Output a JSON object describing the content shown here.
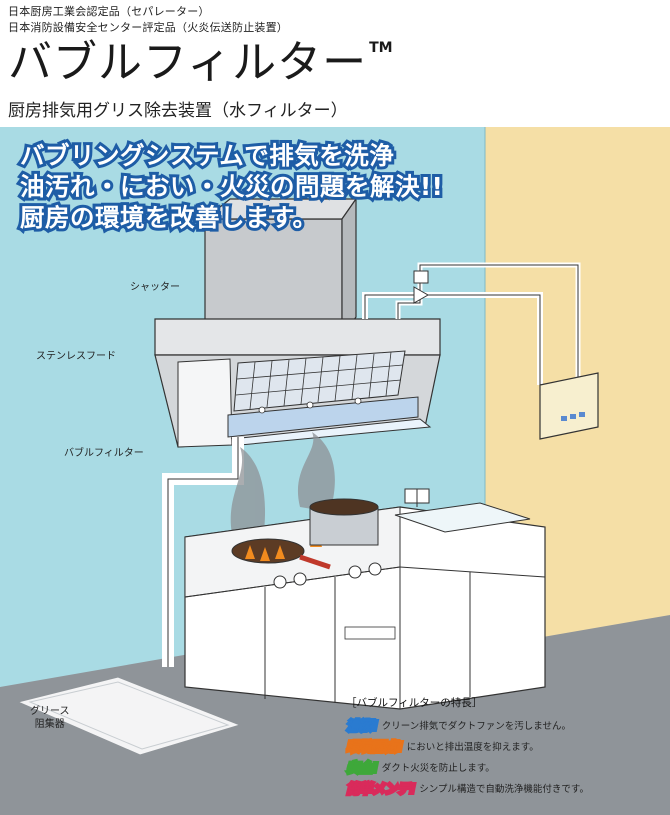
{
  "header": {
    "cert_line1": "日本厨房工業会認定品（セパレーター）",
    "cert_line2": "日本消防設備安全センター評定品（火炎伝送防止装置）",
    "title": "バブルフィルター",
    "trademark": "TM",
    "subtitle": "厨房排気用グリス除去装置（水フィルター）"
  },
  "headline": {
    "line1": "バブリングシステムで排気を洗浄",
    "line2": "油汚れ・におい・火災の問題を解決!!",
    "line3": "厨房の環境を改善します。"
  },
  "labels": {
    "shutter": "シャッター",
    "hood": "ステンレスフード",
    "bubble_filter": "バブルフィルター",
    "grease_trap_line1": "グリース",
    "grease_trap_line2": "阻集器"
  },
  "features": {
    "title": "［バブルフィルターの特長］",
    "items": [
      {
        "tag": "清潔!",
        "desc": "クリーン排気でダクトファンを汚しません。"
      },
      {
        "tag": "環境配慮!",
        "desc": "においと排出温度を抑えます。"
      },
      {
        "tag": "安全!",
        "desc": "ダクト火災を防止します。"
      },
      {
        "tag": "簡単メンテ!",
        "desc": "シンプル構造で自動洗浄機能付きです。"
      }
    ]
  },
  "colors": {
    "wall_left": "#a9dbe4",
    "wall_right": "#f5dfa6",
    "floor": "#8f9499",
    "headline_outline": "#1e5da6",
    "tag_clean": "#2a7bd0",
    "tag_env": "#e8731a",
    "tag_safe": "#3ea83a",
    "tag_maint": "#d92b5b"
  }
}
